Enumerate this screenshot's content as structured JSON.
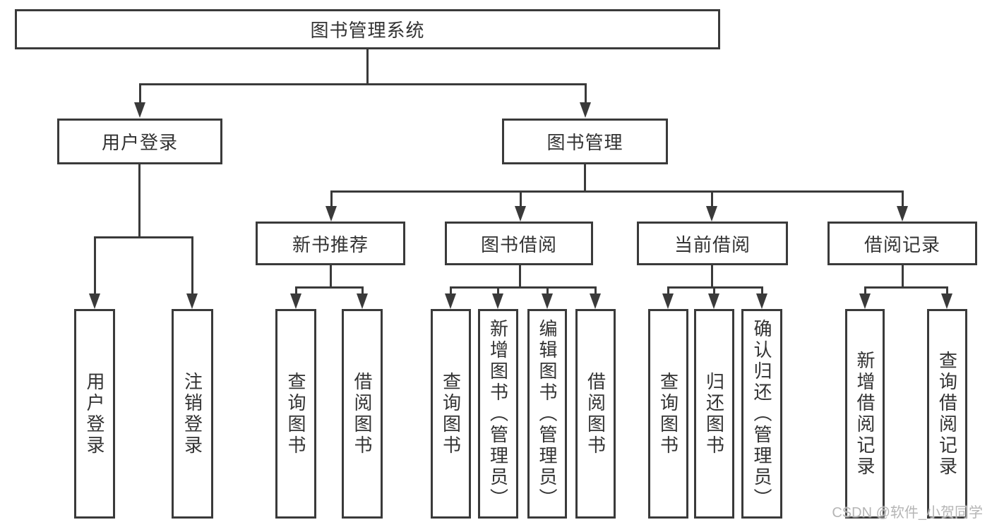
{
  "diagram": {
    "root": {
      "label": "图书管理系统"
    },
    "branches": [
      {
        "label": "用户登录",
        "children": [
          {
            "label": "用户登录"
          },
          {
            "label": "注销登录"
          }
        ]
      },
      {
        "label": "图书管理",
        "children": [
          {
            "label": "新书推荐",
            "children": [
              {
                "label": "查询图书"
              },
              {
                "label": "借阅图书"
              }
            ]
          },
          {
            "label": "图书借阅",
            "children": [
              {
                "label": "查询图书"
              },
              {
                "label": "新增图书（管理员）"
              },
              {
                "label": "编辑图书（管理员）"
              },
              {
                "label": "借阅图书"
              }
            ]
          },
          {
            "label": "当前借阅",
            "children": [
              {
                "label": "查询图书"
              },
              {
                "label": "归还图书"
              },
              {
                "label": "确认归还（管理员）"
              }
            ]
          },
          {
            "label": "借阅记录",
            "children": [
              {
                "label": "新增借阅记录"
              },
              {
                "label": "查询借阅记录"
              }
            ]
          }
        ]
      }
    ]
  },
  "watermark": {
    "text": "CSDN @软件_小贺同学"
  },
  "colors": {
    "line": "#3a3a3a",
    "text": "#333333",
    "background": "#ffffff",
    "watermark": "#b5b5b5"
  }
}
